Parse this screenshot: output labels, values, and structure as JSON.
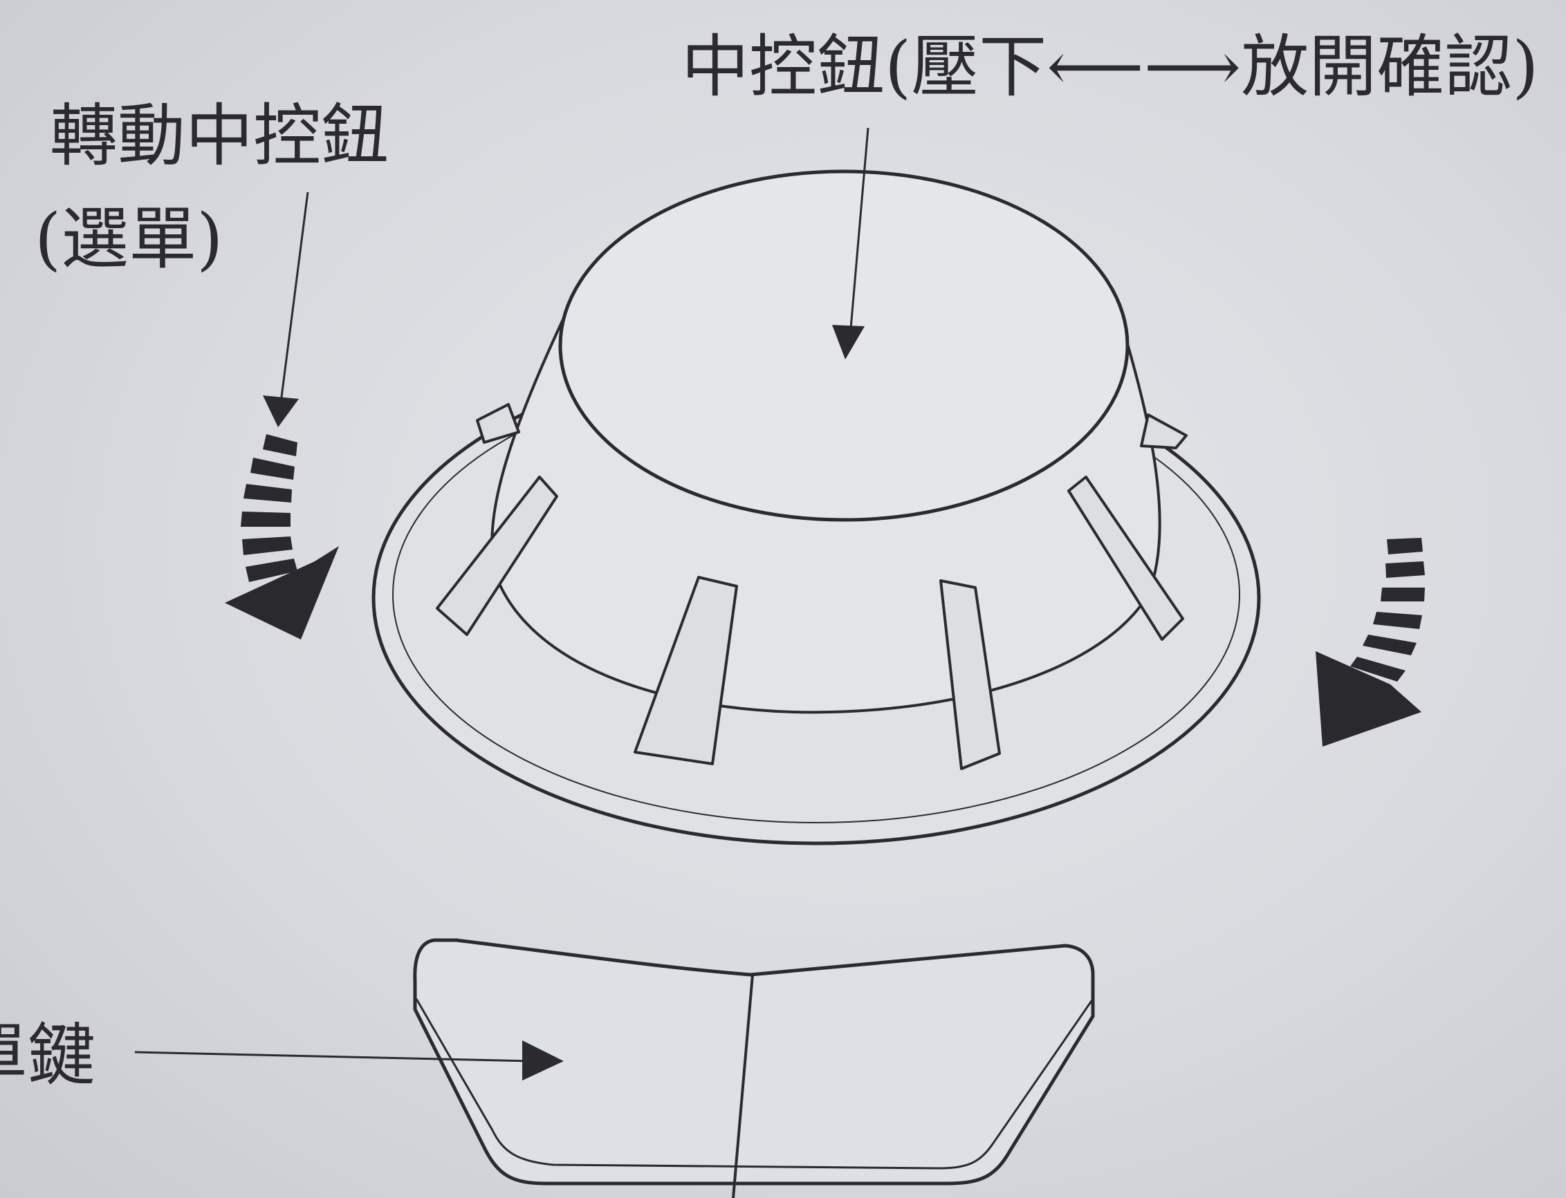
{
  "labels": {
    "center_knob": "中控鈕(壓下⟵⟶放開確認)",
    "rotate_line1": "轉動中控鈕",
    "rotate_line2": "(選單)",
    "key_partial": "單鍵"
  },
  "colors": {
    "ink": "#2b2b2f",
    "paper": "#dcdee2",
    "arrow_fill": "#2a2a2e"
  }
}
